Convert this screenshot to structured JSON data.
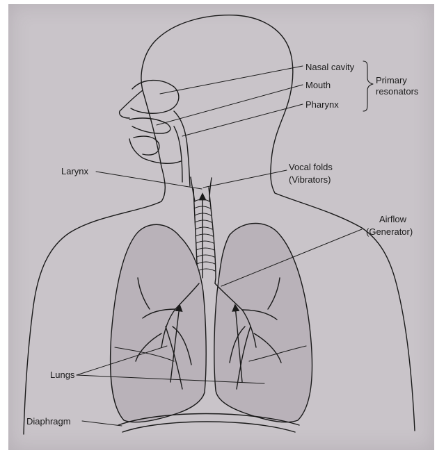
{
  "labels": {
    "nasal_cavity": "Nasal cavity",
    "mouth": "Mouth",
    "pharynx": "Pharynx",
    "primary_resonators_line1": "Primary",
    "primary_resonators_line2": "resonators",
    "larynx": "Larynx",
    "vocal_folds_line1": "Vocal folds",
    "vocal_folds_line2": "(Vibrators)",
    "airflow_line1": "Airflow",
    "airflow_line2": "(Generator)",
    "lungs": "Lungs",
    "diaphragm": "Diaphragm"
  },
  "colors": {
    "paper": "#c9c4c9",
    "ink": "#1a1a1a",
    "lung_fill": "#b9b2b9"
  }
}
